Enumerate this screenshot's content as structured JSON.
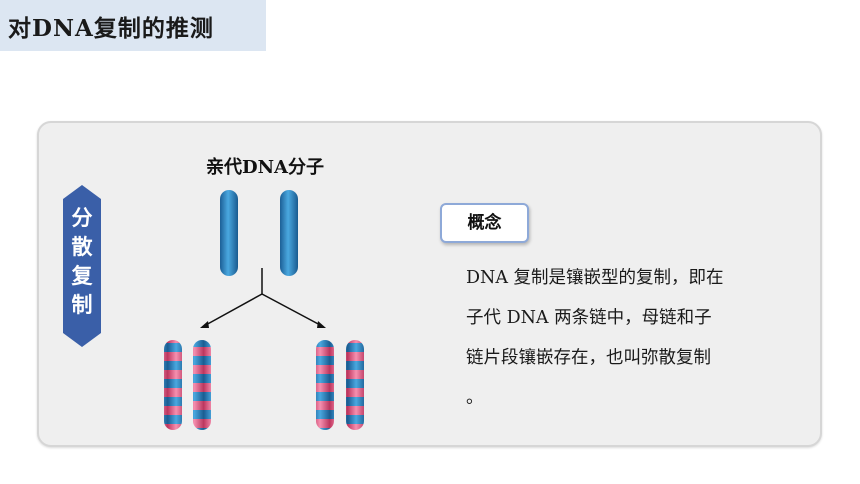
{
  "slide": {
    "title": "对DNA复制的推测"
  },
  "side_label": {
    "chars": [
      "分",
      "散",
      "复",
      "制"
    ]
  },
  "diagram": {
    "parent_label": "亲代DNA分子"
  },
  "concept": {
    "label": "概念",
    "lines": [
      "DNA 复制是镶嵌型的复制，即在",
      "子代 DNA 两条链中，母链和子",
      "链片段镶嵌存在，也叫弥散复制",
      "。"
    ]
  },
  "colors": {
    "title_bg": "#dce6f2",
    "panel_bg": "#efefef",
    "label_badge": "#3a5fa8",
    "parent_strand": "#2a86c2",
    "daughter_strand": "#e0557d",
    "concept_border": "#8ea9d8"
  }
}
